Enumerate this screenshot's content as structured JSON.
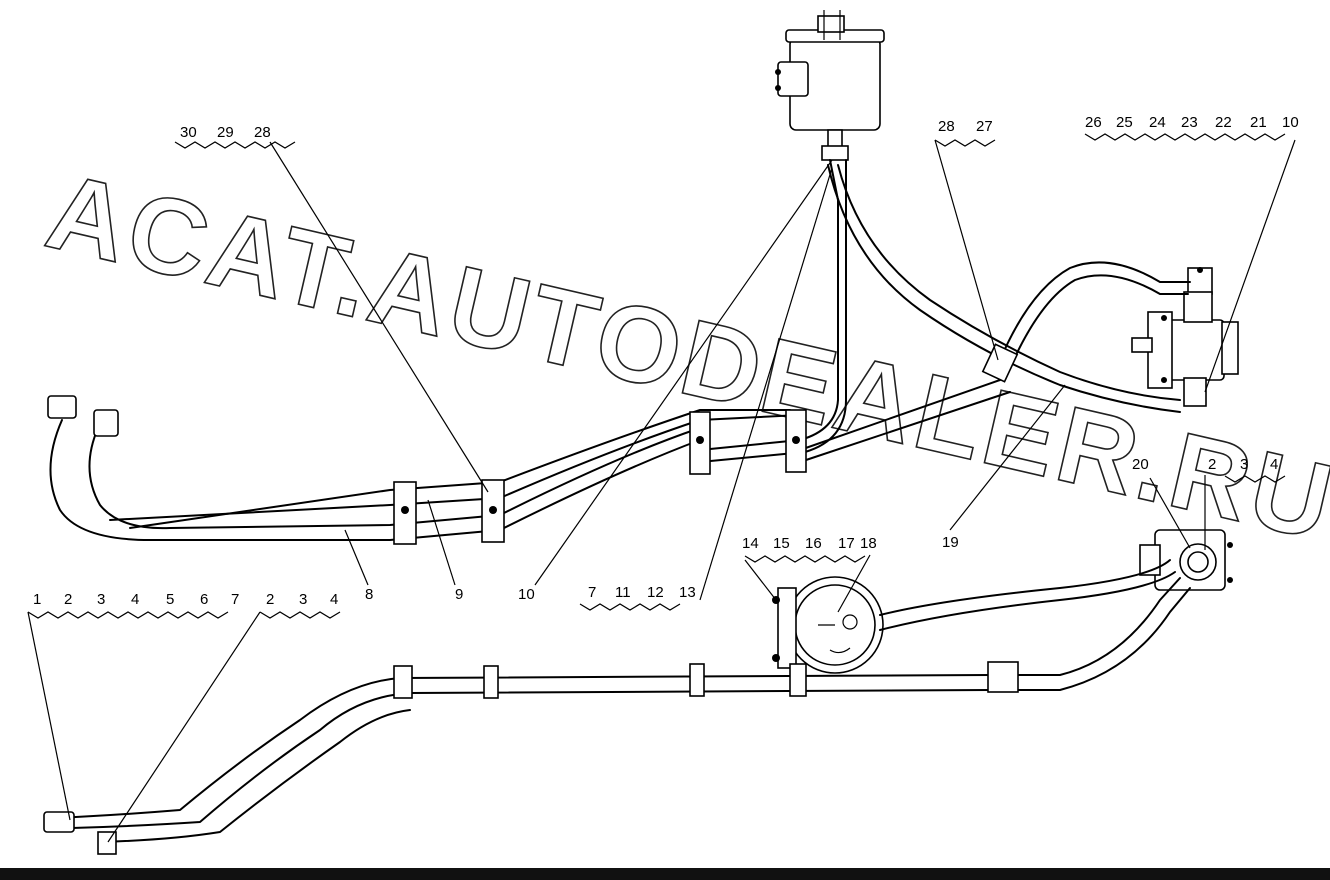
{
  "watermark": "ACAT.AUTODEALER.RU",
  "callout_groups": [
    {
      "id": "g-30-28",
      "labels": [
        "30",
        "29",
        "28"
      ]
    },
    {
      "id": "g-28-27",
      "labels": [
        "28",
        "27"
      ]
    },
    {
      "id": "g-26-10",
      "labels": [
        "26",
        "25",
        "24",
        "23",
        "22",
        "21",
        "10"
      ]
    },
    {
      "id": "g-20",
      "labels": [
        "20"
      ]
    },
    {
      "id": "g-2-4-right",
      "labels": [
        "2",
        "3",
        "4"
      ]
    },
    {
      "id": "g-14-18",
      "labels": [
        "14",
        "15",
        "16",
        "17",
        "18"
      ]
    },
    {
      "id": "g-1-7",
      "labels": [
        "1",
        "2",
        "3",
        "4",
        "5",
        "6",
        "7"
      ]
    },
    {
      "id": "g-2-4-left",
      "labels": [
        "2",
        "3",
        "4"
      ]
    },
    {
      "id": "g-7-13",
      "labels": [
        "7",
        "11",
        "12",
        "13"
      ]
    }
  ],
  "single_labels": {
    "l8": "8",
    "l9": "9",
    "l10": "10",
    "l19": "19"
  }
}
